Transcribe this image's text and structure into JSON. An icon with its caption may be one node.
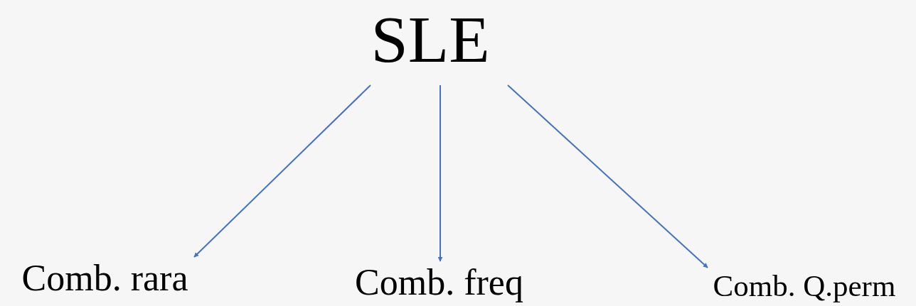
{
  "diagram": {
    "nodes": [
      {
        "text": [
          "SLE"
        ]
      },
      {
        "text": [
          "Comb. rara"
        ]
      },
      {
        "text": [
          "Comb. freq"
        ]
      },
      {
        "text": [
          "Comb. Q.perm"
        ]
      }
    ],
    "edges": [
      {
        "from": 0,
        "to": 1,
        "arrow": "to"
      },
      {
        "from": 0,
        "to": 2,
        "arrow": "to"
      },
      {
        "from": 0,
        "to": 3,
        "arrow": "to"
      }
    ]
  }
}
